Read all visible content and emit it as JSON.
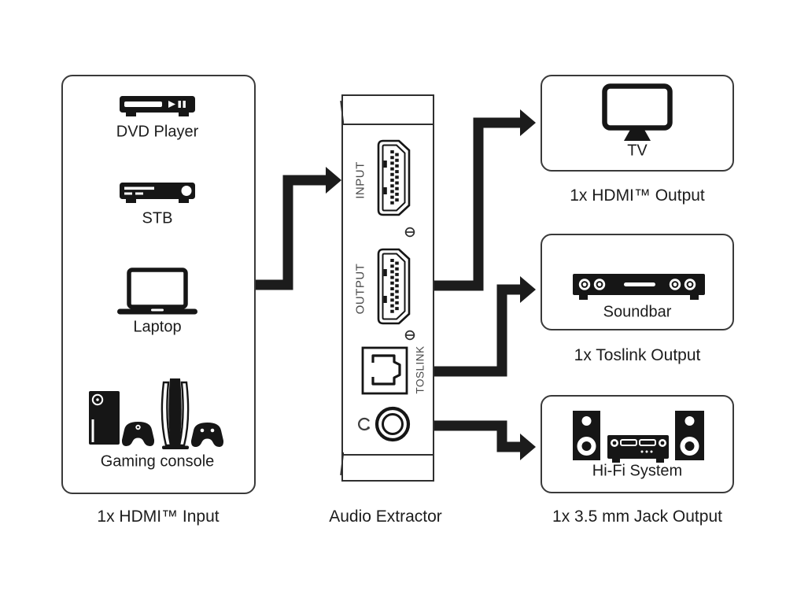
{
  "sources": {
    "items": [
      {
        "label": "DVD Player"
      },
      {
        "label": "STB"
      },
      {
        "label": "Laptop"
      },
      {
        "label": "Gaming console"
      }
    ],
    "caption": "1x HDMI™ Input"
  },
  "extractor": {
    "caption": "Audio Extractor",
    "ports": {
      "input": "INPUT",
      "output": "OUTPUT",
      "toslink": "TOSLINK"
    }
  },
  "outputs": {
    "items": [
      {
        "label": "TV",
        "caption": "1x HDMI™ Output"
      },
      {
        "label": "Soundbar",
        "caption": "1x Toslink Output"
      },
      {
        "label": "Hi-Fi System",
        "caption": "1x 3.5 mm Jack Output"
      }
    ]
  },
  "icons": {
    "dvd_player": "dvd-player-icon",
    "stb": "stb-icon",
    "laptop": "laptop-icon",
    "gaming_console": "gaming-console-icon",
    "tv": "tv-icon",
    "soundbar": "soundbar-icon",
    "hifi_system": "hifi-system-icon",
    "hdmi_port": "hdmi-port-icon",
    "toslink_port": "toslink-port-icon",
    "headphone": "headphone-icon",
    "audio_jack": "audio-jack-icon",
    "screw": "screw-icon",
    "arrow": "flow-arrow"
  },
  "colors": {
    "ink": "#161616",
    "border": "#3a3a3a",
    "background": "#ffffff"
  }
}
